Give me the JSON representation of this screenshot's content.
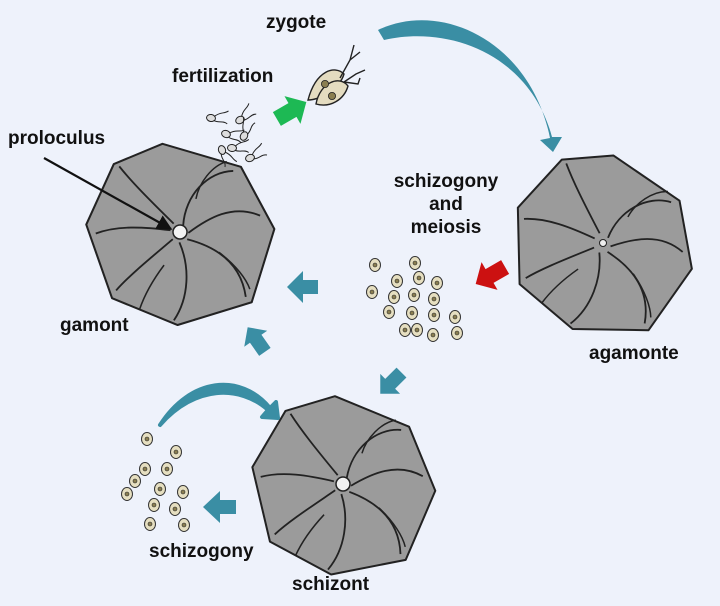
{
  "labels": {
    "zygote": "zygote",
    "fertilization": "fertilization",
    "proloculus": "proloculus",
    "schizogony_meiosis_1": "schizogony",
    "schizogony_meiosis_2": "and",
    "schizogony_meiosis_3": "meiosis",
    "gamont": "gamont",
    "agamonte": "agamonte",
    "schizogony": "schizogony",
    "schizont": "schizont"
  },
  "colors": {
    "background": "#eef2fb",
    "shell_fill": "#9b9b9b",
    "shell_stroke": "#222222",
    "teal_arrow": "#3a8ea4",
    "green_arrow": "#1db954",
    "red_arrow": "#cc1111",
    "cell_fill": "#e6dfc0",
    "cell_nucleus": "#8a7e50"
  }
}
